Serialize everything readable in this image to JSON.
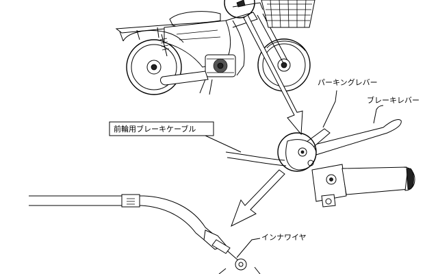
{
  "labels": {
    "parking_lever": "パーキングレバー",
    "brake_lever": "ブレーキレバー",
    "front_brake_cable": "前輪用ブレーキケーブル",
    "inner_wire": "インナワイヤ"
  },
  "colors": {
    "line": "#000000",
    "background": "#ffffff"
  }
}
